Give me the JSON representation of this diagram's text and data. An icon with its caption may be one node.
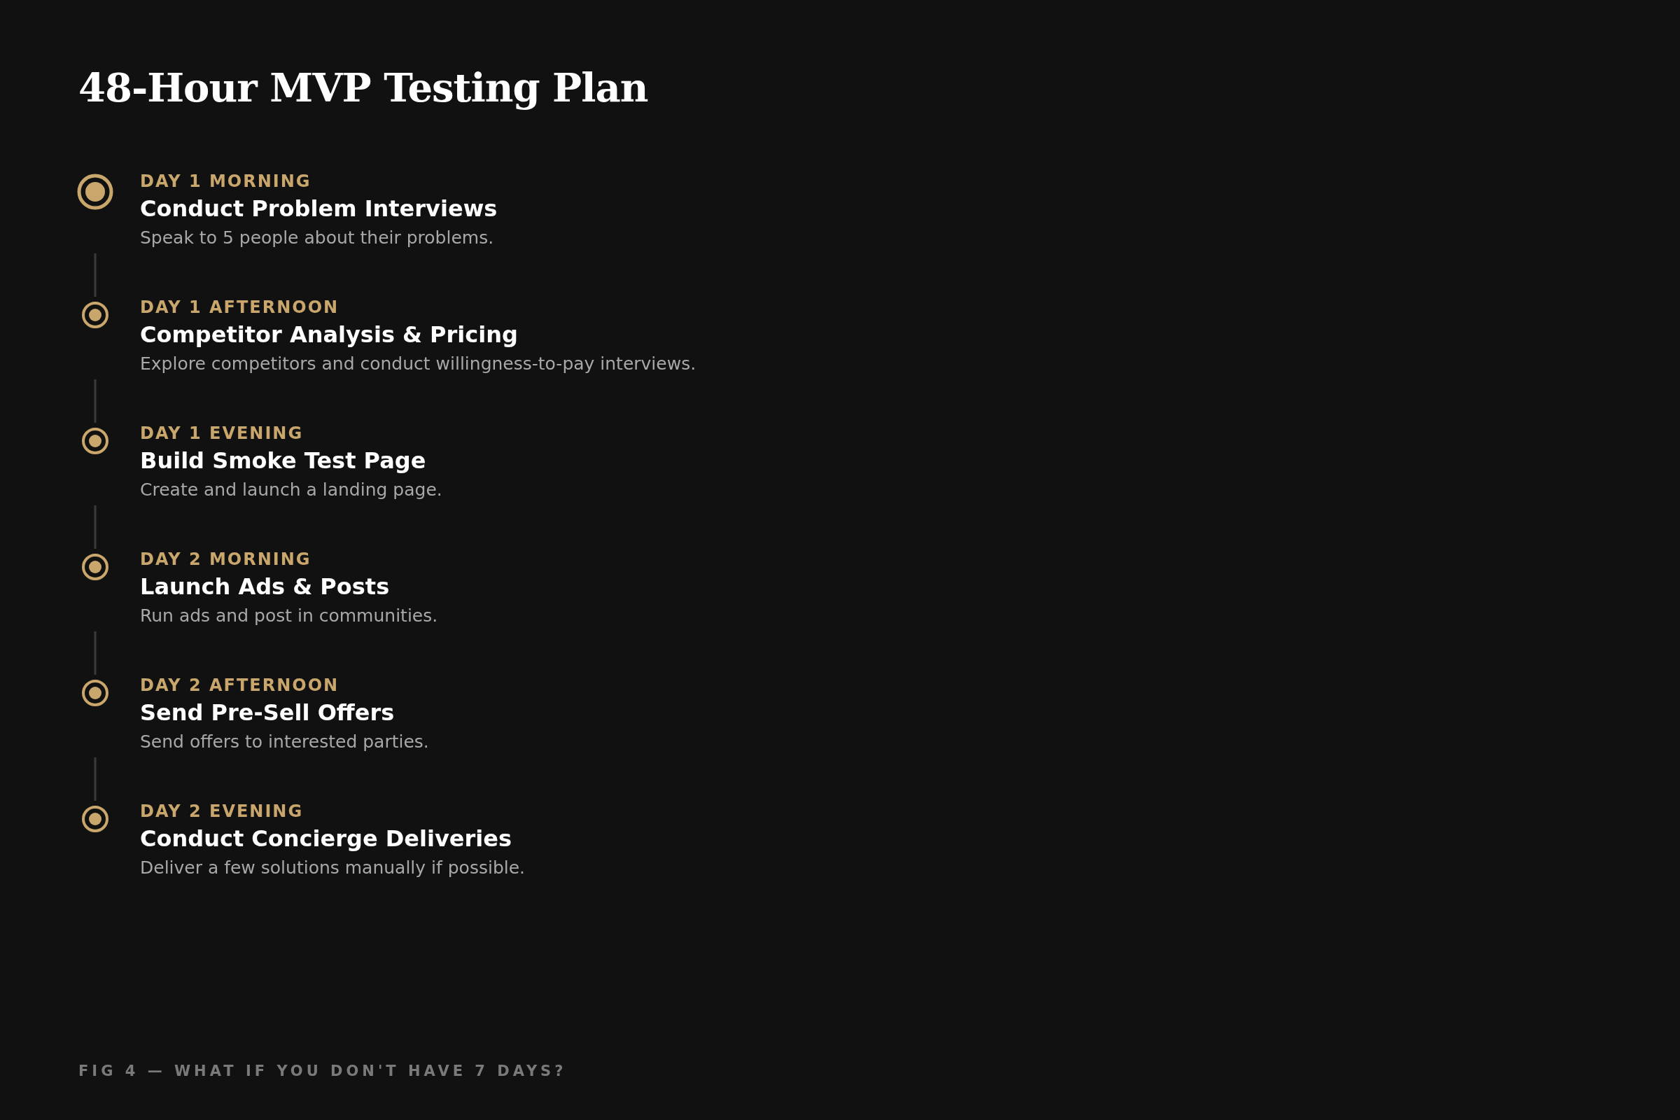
{
  "diagram": {
    "title": "48-Hour MVP Testing Plan",
    "caption": "FIG 4 — WHAT IF YOU DON'T HAVE 7 DAYS?",
    "nodes": [
      {
        "text": [
          "DAY 1 MORNING",
          "Conduct Problem Interviews",
          "Speak to 5 people about their problems."
        ]
      },
      {
        "text": [
          "DAY 1 AFTERNOON",
          "Competitor Analysis & Pricing",
          "Explore competitors and conduct willingness-to-pay interviews."
        ]
      },
      {
        "text": [
          "DAY 1 EVENING",
          "Build Smoke Test Page",
          "Create and launch a landing page."
        ]
      },
      {
        "text": [
          "DAY 2 MORNING",
          "Launch Ads & Posts",
          "Run ads and post in communities."
        ]
      },
      {
        "text": [
          "DAY 2 AFTERNOON",
          "Send Pre-Sell Offers",
          "Send offers to interested parties."
        ]
      },
      {
        "text": [
          "DAY 2 EVENING",
          "Conduct Concierge Deliveries",
          "Deliver a few solutions manually if possible."
        ]
      }
    ],
    "edges": [
      {
        "from": 0,
        "to": 1,
        "arrow": "none"
      },
      {
        "from": 1,
        "to": 2,
        "arrow": "none"
      },
      {
        "from": 2,
        "to": 3,
        "arrow": "none"
      },
      {
        "from": 3,
        "to": 4,
        "arrow": "none"
      },
      {
        "from": 4,
        "to": 5,
        "arrow": "none"
      }
    ]
  }
}
